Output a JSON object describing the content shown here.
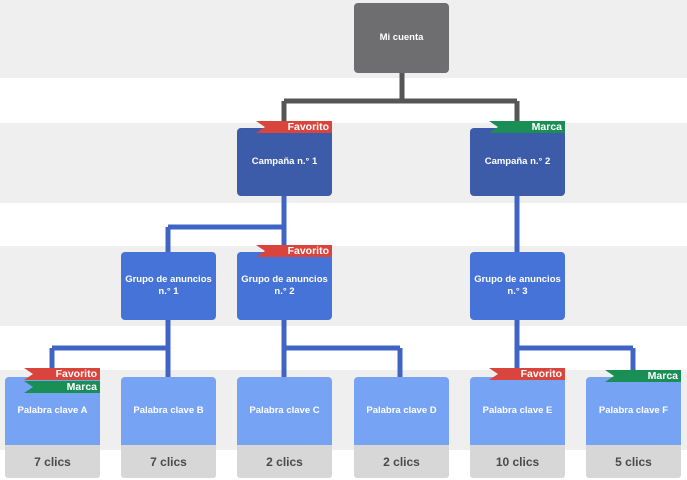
{
  "colors": {
    "account": "#6e6e70",
    "campaign": "#3c5ba9",
    "ad_group": "#4673d8",
    "keyword": "#77a3f5",
    "connector_account": "#555555",
    "connector_tree": "#3f64c4",
    "tag_favorito": "#d9443c",
    "tag_marca": "#1a8f55",
    "clicks_bg": "#d7d7d7"
  },
  "account": {
    "label": "Mi cuenta"
  },
  "campaigns": [
    {
      "label": "Campaña n.° 1",
      "tags": [
        "Favorito"
      ]
    },
    {
      "label": "Campaña n.° 2",
      "tags": [
        "Marca"
      ]
    }
  ],
  "ad_groups": [
    {
      "label": "Grupo de anuncios\nn.° 1",
      "tags": []
    },
    {
      "label": "Grupo de anuncios\nn.° 2",
      "tags": [
        "Favorito"
      ]
    },
    {
      "label": "Grupo de anuncios\nn.° 3",
      "tags": []
    }
  ],
  "keywords": [
    {
      "label": "Palabra clave A",
      "clicks": "7 clics",
      "tags": [
        "Favorito",
        "Marca"
      ]
    },
    {
      "label": "Palabra clave B",
      "clicks": "7 clics",
      "tags": []
    },
    {
      "label": "Palabra clave C",
      "clicks": "2 clics",
      "tags": []
    },
    {
      "label": "Palabra clave D",
      "clicks": "2 clics",
      "tags": []
    },
    {
      "label": "Palabra clave E",
      "clicks": "10 clics",
      "tags": [
        "Favorito"
      ]
    },
    {
      "label": "Palabra clave F",
      "clicks": "5 clics",
      "tags": [
        "Marca"
      ]
    }
  ]
}
